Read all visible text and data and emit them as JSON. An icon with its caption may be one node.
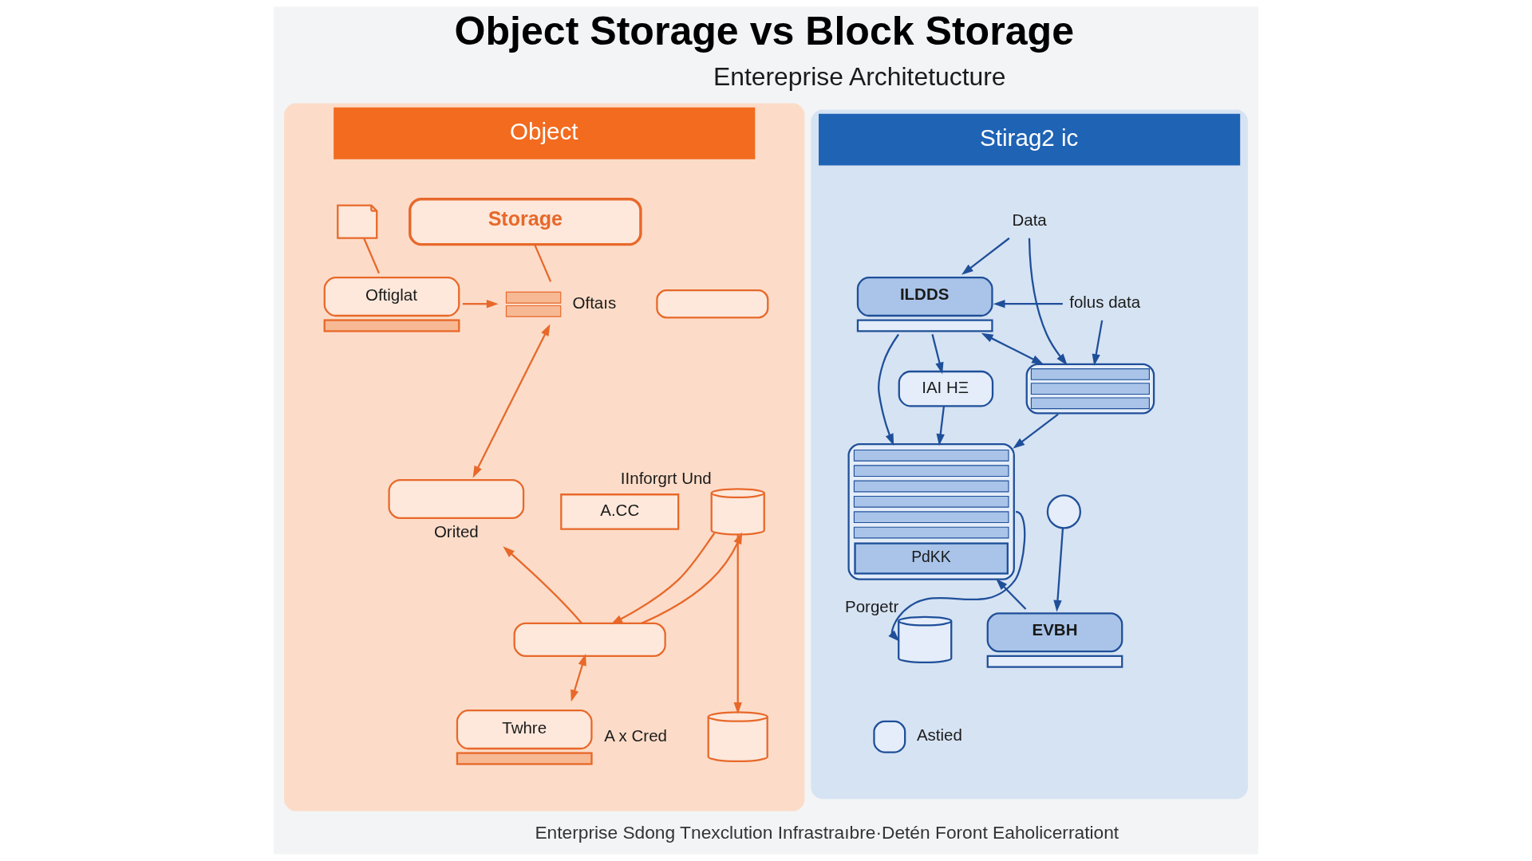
{
  "diagram": {
    "title": "Object Storage vs Block Storage",
    "caption": "Enterprise Sdong Tnexclution Infrastraıbre·Detén Foront Eaholicerrationt",
    "nodes": [
      {
        "text": [
          "Object"
        ]
      },
      {
        "text": [
          "Storage"
        ],
        "in": 0
      },
      {
        "text": [],
        "shape": "picture",
        "beside": [
          "Oftaıs"
        ],
        "in": 0
      },
      {
        "text": [],
        "shape": "box",
        "in": 0
      },
      {
        "text": [],
        "shape": "picture",
        "in": 0
      },
      {
        "text": [
          "Oftiglat"
        ],
        "in": 0
      },
      {
        "text": [
          "Orited"
        ],
        "in": 0
      },
      {
        "text": [
          "A.CC"
        ],
        "in": 0
      },
      {
        "text": [],
        "shape": "box",
        "in": 0
      },
      {
        "text": [],
        "shape": "cylinder",
        "beside": [
          "IInforgrt Und"
        ],
        "in": 0
      },
      {
        "text": [
          "Twhre"
        ],
        "beside": [
          "A x Cred"
        ],
        "in": 0
      },
      {
        "text": [],
        "shape": "cylinder",
        "in": 0
      },
      {
        "text": [
          "Stirag2 ic"
        ]
      },
      {
        "text": [
          "ILDDS"
        ],
        "in": 12
      },
      {
        "text": [
          "Data"
        ],
        "in": 12
      },
      {
        "text": [],
        "shape": "picture",
        "in": 12
      },
      {
        "text": [
          "folus data"
        ],
        "in": 12
      },
      {
        "text": [
          "IAI HΞ"
        ],
        "in": 12
      },
      {
        "text": [
          "PdKK"
        ],
        "in": 12
      },
      {
        "text": [],
        "shape": "circle",
        "in": 12
      },
      {
        "text": [
          "EVBH"
        ],
        "in": 12
      },
      {
        "text": [],
        "shape": "cylinder",
        "beside": [
          "Porgetr"
        ],
        "in": 12
      },
      {
        "text": [],
        "shape": "box",
        "beside": [
          "Astied"
        ],
        "in": 12
      }
    ],
    "edges": [
      {
        "from": 1,
        "to": 2,
        "arrow": "none",
        "color": "#e8682a"
      },
      {
        "from": 4,
        "to": 5,
        "arrow": "none",
        "color": "#e8682a"
      },
      {
        "from": 5,
        "to": 2,
        "arrow": "to",
        "color": "#e8682a"
      },
      {
        "from": 2,
        "to": 6,
        "arrow": "both",
        "color": "#e8682a"
      },
      {
        "from": 8,
        "to": 6,
        "arrow": "to",
        "color": "#e8682a"
      },
      {
        "from": 8,
        "to": 9,
        "arrow": "to",
        "color": "#e8682a"
      },
      {
        "from": 9,
        "to": 8,
        "arrow": "to",
        "color": "#e8682a"
      },
      {
        "from": 8,
        "to": 10,
        "arrow": "both",
        "color": "#e8682a"
      },
      {
        "from": 9,
        "to": 11,
        "arrow": "to",
        "color": "#e8682a"
      },
      {
        "from": 13,
        "to": 15,
        "arrow": "both"
      },
      {
        "from": 14,
        "to": 13,
        "arrow": "to"
      },
      {
        "from": 14,
        "to": 15,
        "arrow": "to"
      },
      {
        "from": 16,
        "to": 13,
        "arrow": "to"
      },
      {
        "from": 16,
        "to": 15,
        "arrow": "to"
      },
      {
        "from": 13,
        "to": 17,
        "arrow": "to"
      },
      {
        "from": 13,
        "to": 18,
        "arrow": "to"
      },
      {
        "from": 17,
        "to": 18,
        "arrow": "to"
      },
      {
        "from": 15,
        "to": 18,
        "arrow": "to"
      },
      {
        "from": 19,
        "to": 20,
        "arrow": "to"
      },
      {
        "from": 20,
        "to": 18,
        "arrow": "to"
      },
      {
        "from": 18,
        "to": 21,
        "arrow": "to"
      }
    ],
    "labels": [
      "Entereprise Architetucture"
    ]
  }
}
